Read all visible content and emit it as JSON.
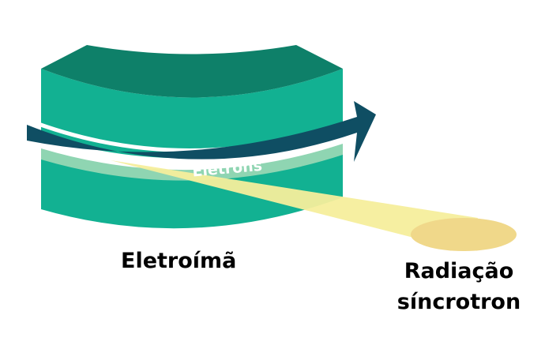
{
  "labels": {
    "electrons": "Elétrons",
    "electromagnet": "Eletroímã",
    "radiation_line1": "Radiação",
    "radiation_line2": "síncrotron"
  },
  "colors": {
    "magnet_front": "#12b192",
    "magnet_top": "#0e8069",
    "electron_arrow": "#0f4e63",
    "gap_band": "#8fd5b2",
    "beam": "#f6ee9c",
    "beam_spot": "#f0d88a"
  }
}
